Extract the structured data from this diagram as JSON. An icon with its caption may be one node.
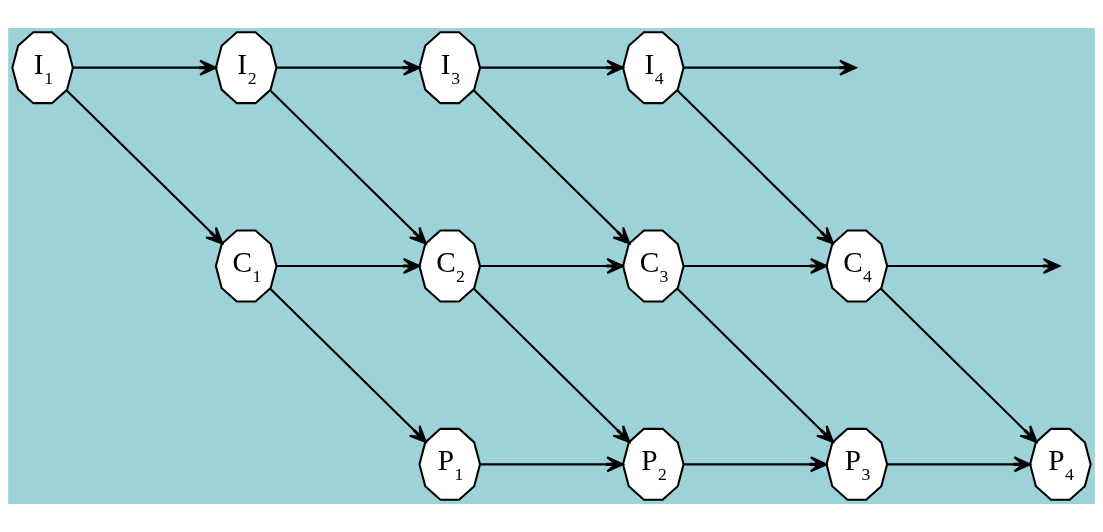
{
  "diagram": {
    "nodes": [
      {
        "text": [
          "I$_{1}$"
        ]
      },
      {
        "text": [
          "I$_{2}$"
        ]
      },
      {
        "text": [
          "I$_{3}$"
        ]
      },
      {
        "text": [
          "I$_{4}$"
        ]
      },
      {
        "text": [
          "C$_{1}$"
        ]
      },
      {
        "text": [
          "C$_{2}$"
        ]
      },
      {
        "text": [
          "C$_{3}$"
        ]
      },
      {
        "text": [
          "C$_{4}$"
        ]
      },
      {
        "text": [
          "P$_{1}$"
        ]
      },
      {
        "text": [
          "P$_{2}$"
        ]
      },
      {
        "text": [
          "P$_{3}$"
        ]
      },
      {
        "text": [
          "P$_{4}$"
        ]
      }
    ],
    "edges": [
      {
        "from": 0,
        "to": 1,
        "arrow": "to"
      },
      {
        "from": 0,
        "to": 4,
        "arrow": "to"
      },
      {
        "from": 1,
        "to": 2,
        "arrow": "to"
      },
      {
        "from": 1,
        "to": 5,
        "arrow": "to"
      },
      {
        "from": 2,
        "to": 3,
        "arrow": "to"
      },
      {
        "from": 2,
        "to": 6,
        "arrow": "to"
      },
      {
        "from": 3,
        "to": null,
        "arrow": "to"
      },
      {
        "from": 3,
        "to": 7,
        "arrow": "to"
      },
      {
        "from": 4,
        "to": 5,
        "arrow": "to"
      },
      {
        "from": 4,
        "to": 8,
        "arrow": "to"
      },
      {
        "from": 5,
        "to": 6,
        "arrow": "to"
      },
      {
        "from": 5,
        "to": 9,
        "arrow": "to"
      },
      {
        "from": 6,
        "to": 7,
        "arrow": "to"
      },
      {
        "from": 6,
        "to": 10,
        "arrow": "to"
      },
      {
        "from": 7,
        "to": null,
        "arrow": "to"
      },
      {
        "from": 7,
        "to": 11,
        "arrow": "to"
      },
      {
        "from": 8,
        "to": 9,
        "arrow": "to"
      },
      {
        "from": 9,
        "to": 10,
        "arrow": "to"
      },
      {
        "from": 10,
        "to": 11,
        "arrow": "to"
      }
    ]
  }
}
